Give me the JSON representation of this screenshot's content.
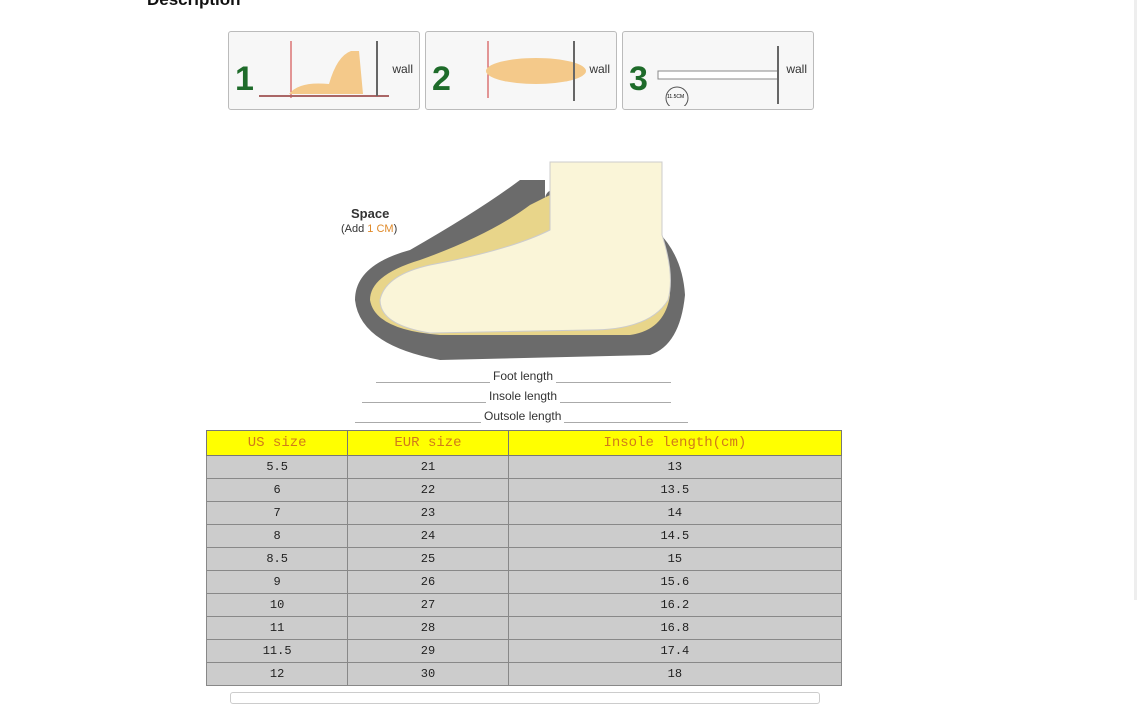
{
  "section": {
    "title": "Description",
    "toggle_icon": "chevron-up-icon"
  },
  "steps": [
    {
      "number": "1",
      "wall": "wall"
    },
    {
      "number": "2",
      "wall": "wall"
    },
    {
      "number": "3",
      "wall": "wall",
      "measure": "11.5CM"
    }
  ],
  "diagram": {
    "space": "Space",
    "add_prefix": "(Add ",
    "add_value": "1 CM",
    "add_suffix": ")",
    "foot_length": "Foot length",
    "insole_length": "Insole length",
    "outsole_length": "Outsole length"
  },
  "table": {
    "headers": [
      "US size",
      "EUR size",
      "Insole length(cm)"
    ],
    "rows": [
      [
        "5.5",
        "21",
        "13"
      ],
      [
        "6",
        "22",
        "13.5"
      ],
      [
        "7",
        "23",
        "14"
      ],
      [
        "8",
        "24",
        "14.5"
      ],
      [
        "8.5",
        "25",
        "15"
      ],
      [
        "9",
        "26",
        "15.6"
      ],
      [
        "10",
        "27",
        "16.2"
      ],
      [
        "11",
        "28",
        "16.8"
      ],
      [
        "11.5",
        "29",
        "17.4"
      ],
      [
        "12",
        "30",
        "18"
      ]
    ]
  }
}
